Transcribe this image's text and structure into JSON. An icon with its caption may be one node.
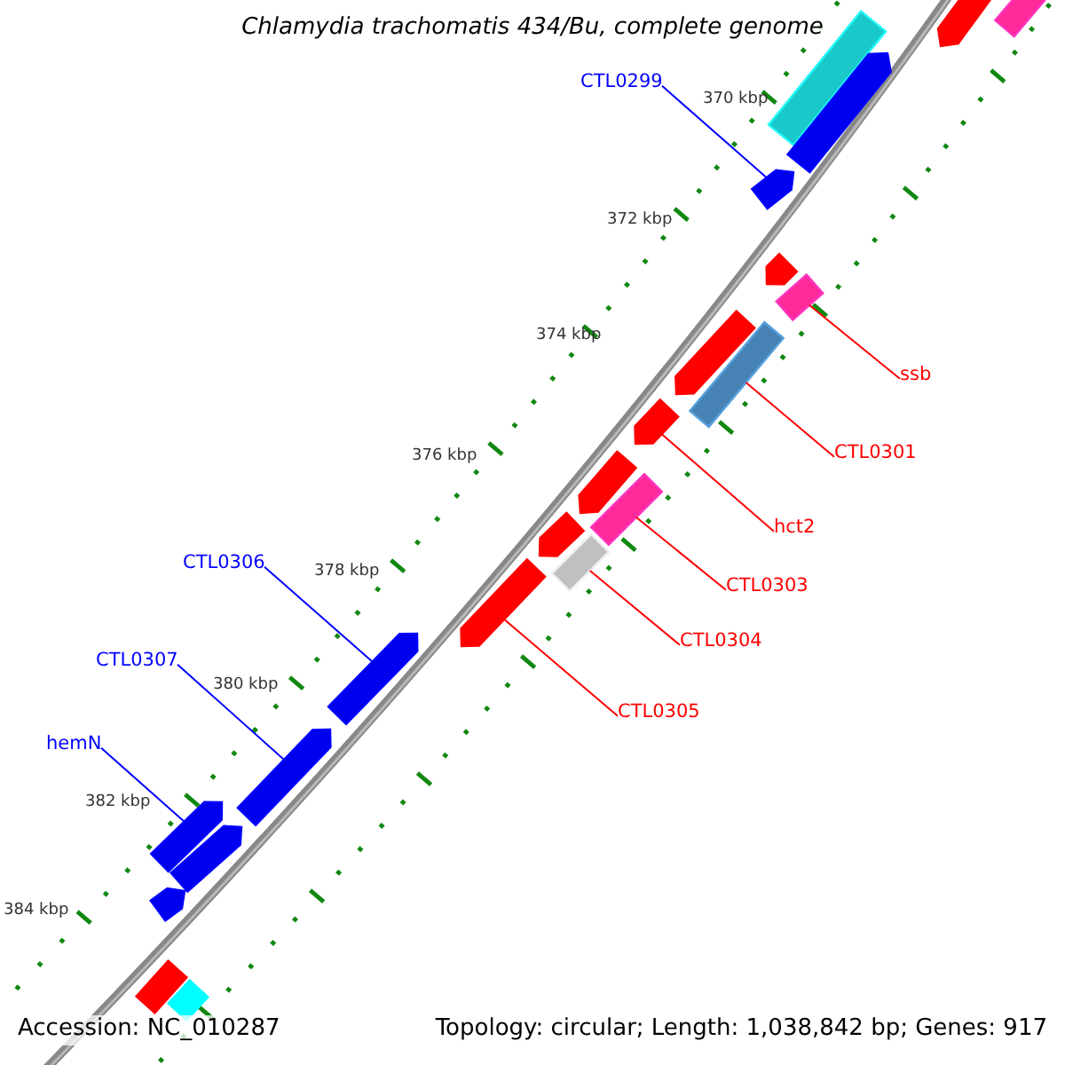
{
  "diagram": {
    "title": "Chlamydia trachomatis 434/Bu, complete genome",
    "nodes": [
      {
        "text": [
          "CTL0299"
        ]
      },
      {
        "text": [
          "ssb"
        ]
      },
      {
        "text": [
          "CTL0301"
        ]
      },
      {
        "text": [
          "hct2"
        ]
      },
      {
        "text": [
          "CTL0303"
        ]
      },
      {
        "text": [
          "CTL0304"
        ]
      },
      {
        "text": [
          "CTL0305"
        ]
      },
      {
        "text": [
          "CTL0306"
        ]
      },
      {
        "text": [
          "CTL0307"
        ]
      },
      {
        "text": [
          "hemN"
        ]
      },
      {
        "text": [],
        "shape": "bar"
      },
      {
        "text": [],
        "shape": "bar"
      },
      {
        "text": [],
        "shape": "bar"
      },
      {
        "text": [],
        "shape": "bar"
      },
      {
        "text": [],
        "shape": "bar"
      },
      {
        "text": [],
        "shape": "bar"
      },
      {
        "text": [],
        "shape": "bar"
      },
      {
        "text": [],
        "shape": "bar"
      },
      {
        "text": [],
        "shape": "bar"
      },
      {
        "text": [],
        "shape": "bar"
      },
      {
        "text": [],
        "shape": "bar"
      },
      {
        "text": [],
        "shape": "bar"
      },
      {
        "text": [],
        "shape": "bar"
      },
      {
        "text": [],
        "shape": "bar"
      },
      {
        "text": [],
        "shape": "bar"
      },
      {
        "text": [],
        "shape": "bar"
      },
      {
        "text": [],
        "shape": "bar"
      },
      {
        "text": [],
        "shape": "bar"
      },
      {
        "text": [],
        "shape": "bar"
      },
      {
        "text": [],
        "shape": "bar"
      },
      {
        "text": [],
        "shape": "bar"
      },
      {
        "text": [],
        "shape": "bar"
      }
    ],
    "edges": [
      {
        "from": 0,
        "to": 14,
        "arrow": "none",
        "color": "#0000ff"
      },
      {
        "from": 1,
        "to": 16,
        "arrow": "none"
      },
      {
        "from": 2,
        "to": 18,
        "arrow": "none"
      },
      {
        "from": 3,
        "to": 19,
        "arrow": "none"
      },
      {
        "from": 4,
        "to": 21,
        "arrow": "none"
      },
      {
        "from": 5,
        "to": 23,
        "arrow": "none"
      },
      {
        "from": 6,
        "to": 24,
        "arrow": "none"
      },
      {
        "from": 7,
        "to": 25,
        "arrow": "none",
        "color": "#0000ff"
      },
      {
        "from": 8,
        "to": 26,
        "arrow": "none",
        "color": "#0000ff"
      },
      {
        "from": 9,
        "to": 27,
        "arrow": "none",
        "color": "#0000ff"
      }
    ],
    "labels": [
      "370 kbp",
      "372 kbp",
      "374 kbp",
      "376 kbp",
      "378 kbp",
      "380 kbp",
      "382 kbp",
      "384 kbp",
      "Accession: NC_010287",
      "Topology: circular; Length: 1,038,842 bp; Genes: 917"
    ]
  }
}
